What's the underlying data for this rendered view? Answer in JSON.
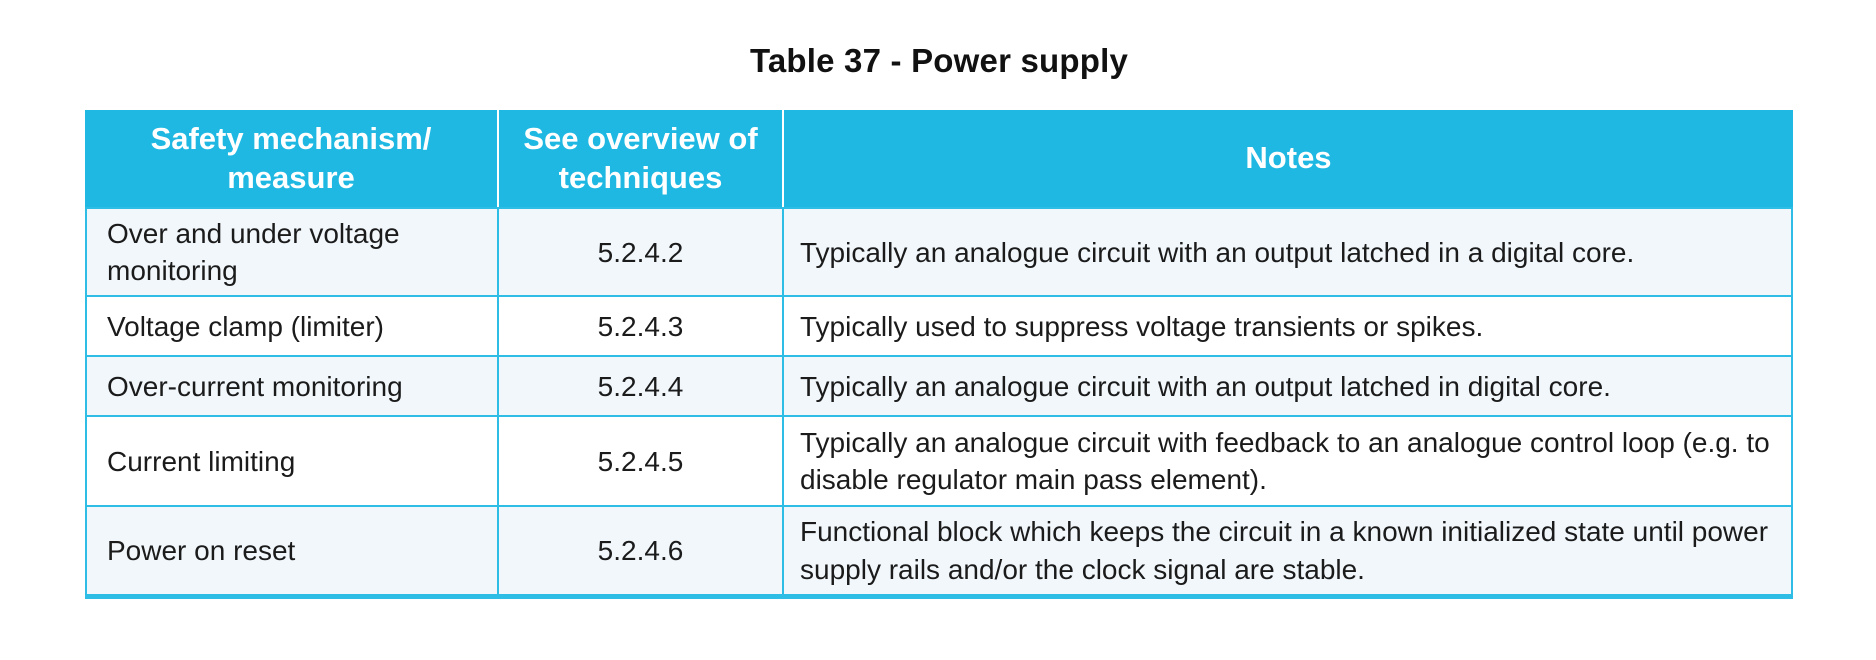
{
  "title": "Table 37 - Power supply",
  "colors": {
    "header_bg": "#1fb8e2",
    "border": "#2ebde5",
    "row_alt_bg": "#f1f7fb",
    "header_text": "#ffffff",
    "body_text": "#1b1b1b"
  },
  "table": {
    "columns": [
      {
        "label": "Safety mechanism/\nmeasure"
      },
      {
        "label": "See overview of\ntechniques"
      },
      {
        "label": "Notes"
      }
    ],
    "rows": [
      {
        "mechanism": "Over and under voltage monitoring",
        "technique": "5.2.4.2",
        "notes": "Typically an analogue circuit with an output latched in a digital core."
      },
      {
        "mechanism": "Voltage clamp (limiter)",
        "technique": "5.2.4.3",
        "notes": "Typically used to suppress voltage transients or spikes."
      },
      {
        "mechanism": "Over-current monitoring",
        "technique": "5.2.4.4",
        "notes": "Typically an analogue circuit with an output latched in digital core."
      },
      {
        "mechanism": "Current limiting",
        "technique": "5.2.4.5",
        "notes": "Typically an analogue circuit with feedback to an analogue control loop (e.g. to disable regulator main pass element)."
      },
      {
        "mechanism": "Power on reset",
        "technique": "5.2.4.6",
        "notes": "Functional block which keeps the circuit in a known initialized state until power supply rails and/or the clock signal are stable."
      }
    ]
  }
}
